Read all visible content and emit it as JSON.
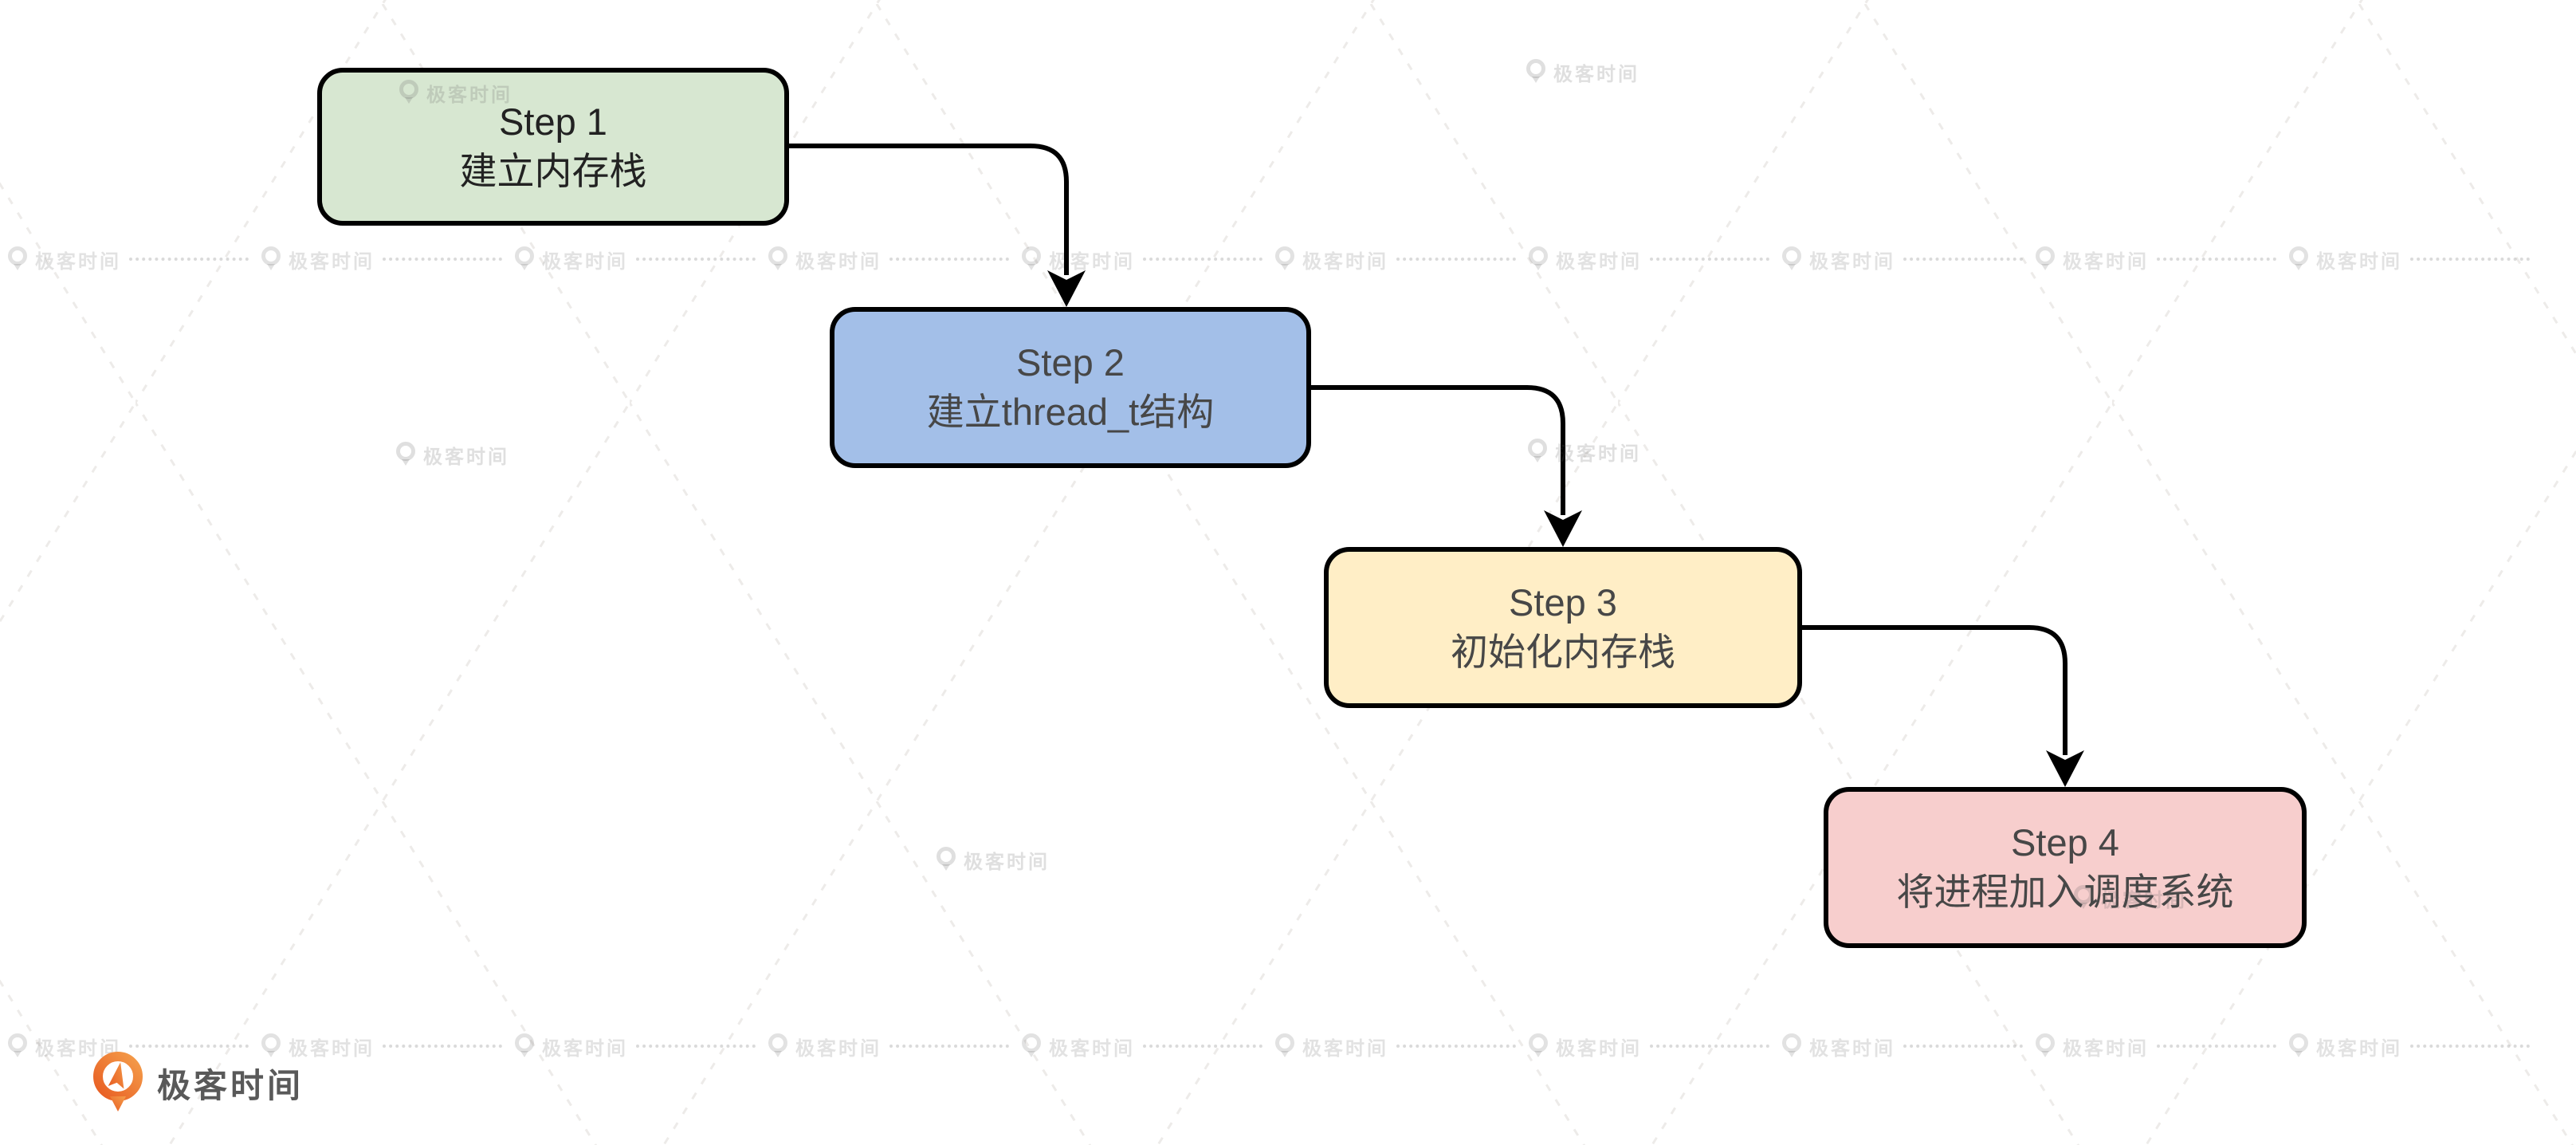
{
  "diagram": {
    "steps": [
      {
        "title": "Step 1",
        "subtitle": "建立内存栈",
        "fill": "#d7e7d1",
        "text_color": "#222222"
      },
      {
        "title": "Step 2",
        "subtitle": "建立thread_t结构",
        "fill": "#a3bfe8",
        "text_color": "#474747"
      },
      {
        "title": "Step 3",
        "subtitle": "初始化内存栈",
        "fill": "#ffeec6",
        "text_color": "#474747"
      },
      {
        "title": "Step 4",
        "subtitle": "将进程加入调度系统",
        "fill": "#f7cecd",
        "text_color": "#474747"
      }
    ],
    "node_border_color": "#000000",
    "connector_color": "#000000"
  },
  "watermark": {
    "label": "极客时间"
  },
  "brand": {
    "name": "极客时间",
    "accent_dark": "#e85d23",
    "accent_light": "#f49d4a"
  }
}
